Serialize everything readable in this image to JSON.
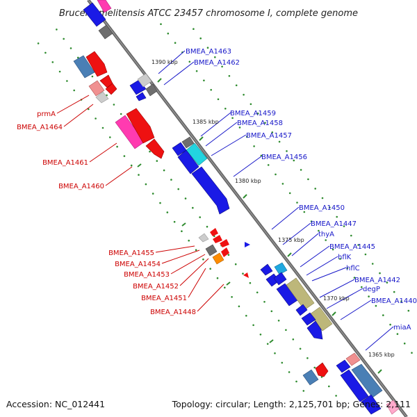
{
  "title": "Brucella melitensis ATCC 23457 chromosome I, complete genome",
  "footer": {
    "accession": "Accession: NC_012441",
    "topology": "Topology: circular; Length: 2,125,701 bp; Genes: 2,111"
  },
  "scale_labels": [
    "1390 kbp",
    "1385 kbp",
    "1380 kbp",
    "1375 kbp",
    "1370 kbp",
    "1365 kbp"
  ],
  "forward_gene_labels": [
    "BMEA_A1463",
    "BMEA_A1462",
    "BMEA_A1459",
    "BMEA_A1458",
    "BMEA_A1457",
    "BMEA_A1456",
    "BMEA_A1450",
    "BMEA_A1447",
    "thyA",
    "BMEA_A1445",
    "hflK",
    "hflC",
    "BMEA_A1442",
    "degP",
    "BMEA_A1440",
    "miaA"
  ],
  "reverse_gene_labels": [
    "prmA",
    "BMEA_A1464",
    "BMEA_A1461",
    "BMEA_A1460",
    "BMEA_A1455",
    "BMEA_A1454",
    "BMEA_A1453",
    "BMEA_A1452",
    "BMEA_A1451",
    "BMEA_A1448"
  ],
  "colors": {
    "forward_strand": "#1a1ae6",
    "reverse_strand": "#ee1111",
    "backbone": "#777777",
    "ruler_dots": "#2e8b2e",
    "forward_label": "#1515c8",
    "reverse_label": "#cc0000"
  }
}
